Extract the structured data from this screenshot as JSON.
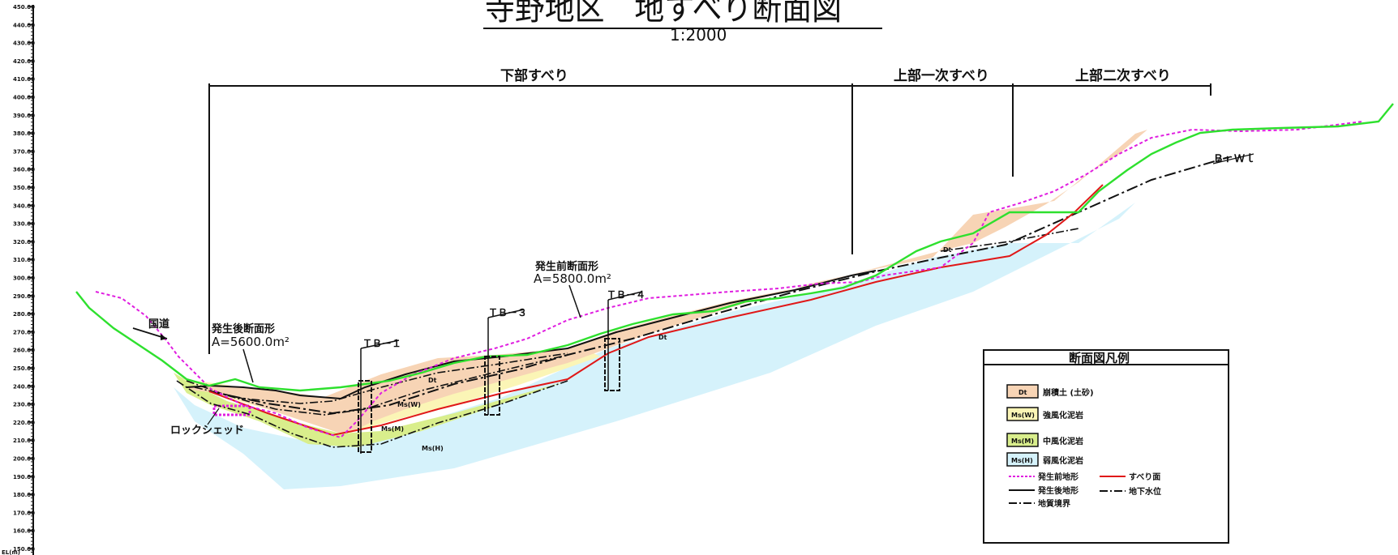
{
  "figure": {
    "title": "寺野地区　地すべり断面図",
    "scale": "1:2000"
  },
  "sections": [
    {
      "label": "下部すべり"
    },
    {
      "label": "上部一次すべり"
    },
    {
      "label": "上部二次すべり"
    }
  ],
  "annotations": {
    "area_left_heading": "発生後断面形",
    "area_left_value": "A=5600.0m²",
    "area_right_heading": "発生前断面形",
    "area_right_value": "A=5800.0m²",
    "rock_shed": "ロックシェッド",
    "river": "国道",
    "upper_right_label": "ＢｒＷｌ"
  },
  "boreholes": [
    {
      "label": "ＴＢ－１"
    },
    {
      "label": "ＴＢ－３"
    },
    {
      "label": "ＴＢ－４"
    }
  ],
  "geology_labels": {
    "dt": "Dt",
    "ms_w": "Ms(W)",
    "ms_m": "Ms(M)",
    "ms_h": "Ms(H)"
  },
  "axis": {
    "ticks": [
      "450.00",
      "440.00",
      "430.00",
      "420.00",
      "410.00",
      "400.00",
      "390.00",
      "380.00",
      "370.00",
      "360.00",
      "350.00",
      "340.00",
      "330.00",
      "320.00",
      "310.00",
      "300.00",
      "290.00",
      "280.00",
      "270.00",
      "260.00",
      "250.00",
      "240.00",
      "230.00",
      "220.00",
      "210.00",
      "200.00",
      "190.00",
      "180.00",
      "170.00",
      "160.00",
      "150.00"
    ],
    "bottom_label": "EL(m)"
  },
  "legend": {
    "title": "断面図凡例",
    "items": [
      {
        "code": "Dt",
        "text": "崩積土 (土砂)",
        "color": "#f7d4b5"
      },
      {
        "code": "Ms(W)",
        "text": "強風化泥岩",
        "color": "#fbf5b6"
      },
      {
        "code": "Ms(M)",
        "text": "中風化泥岩",
        "color": "#d9ee8c"
      },
      {
        "code": "Ms(H)",
        "text": "弱風化泥岩",
        "color": "#d5f2fb"
      }
    ],
    "lines": [
      {
        "text": "発生前地形",
        "color": "#e01ee0"
      },
      {
        "text": "すべり面",
        "color": "#e01818"
      },
      {
        "text": "発生後地形",
        "color": "#111111"
      },
      {
        "text": "地下水位",
        "color": "#111111"
      },
      {
        "text": "地質境界",
        "color": "#111111"
      }
    ]
  },
  "colors": {
    "after_surface": "#2ee02e",
    "before_surface": "#e01ee0",
    "slip_surface": "#e01818",
    "dt_fill": "#f7d4b5",
    "msw_fill": "#fbf5b6",
    "msm_fill": "#d9ee8c",
    "msh_fill": "#d5f2fb"
  }
}
